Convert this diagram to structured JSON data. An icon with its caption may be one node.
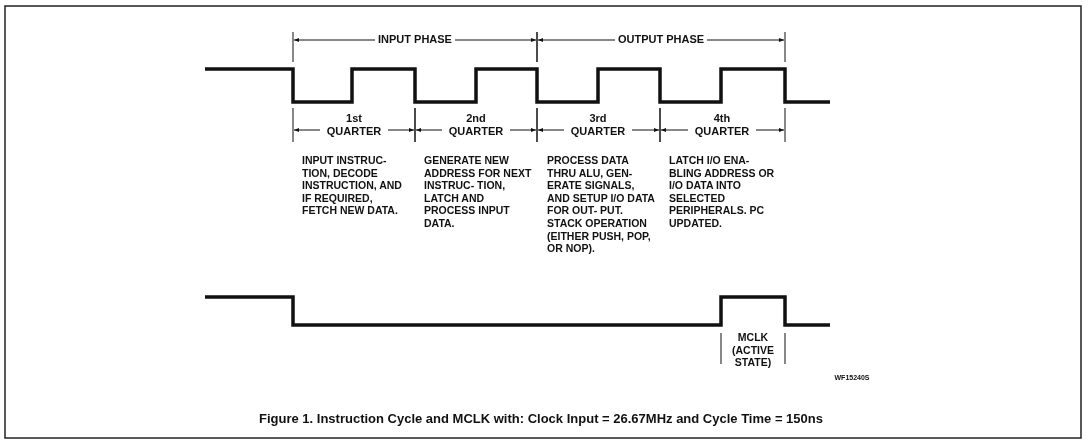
{
  "diagram": {
    "caption": "Figure 1. Instruction Cycle and MCLK with: Clock Input = 26.67MHz and Cycle Time = 150ns",
    "labels": [
      "INPUT PHASE",
      "OUTPUT PHASE",
      "1st QUARTER",
      "2nd QUARTER",
      "3rd QUARTER",
      "4th QUARTER",
      "INPUT INSTRUC- TION, DECODE INSTRUCTION, AND IF REQUIRED, FETCH NEW DATA.",
      "GENERATE NEW ADDRESS FOR NEXT INSTRUC- TION, LATCH AND PROCESS INPUT DATA.",
      "PROCESS DATA THRU ALU, GEN- ERATE SIGNALS, AND SETUP I/O DATA FOR OUT- PUT. STACK OPERATION (EITHER PUSH, POP, OR NOP).",
      "LATCH I/O ENA- BLING ADDRESS OR I/O DATA INTO SELECTED PERIPHERALS. PC UPDATED.",
      "MCLK (ACTIVE STATE)",
      "WF15240S"
    ]
  }
}
